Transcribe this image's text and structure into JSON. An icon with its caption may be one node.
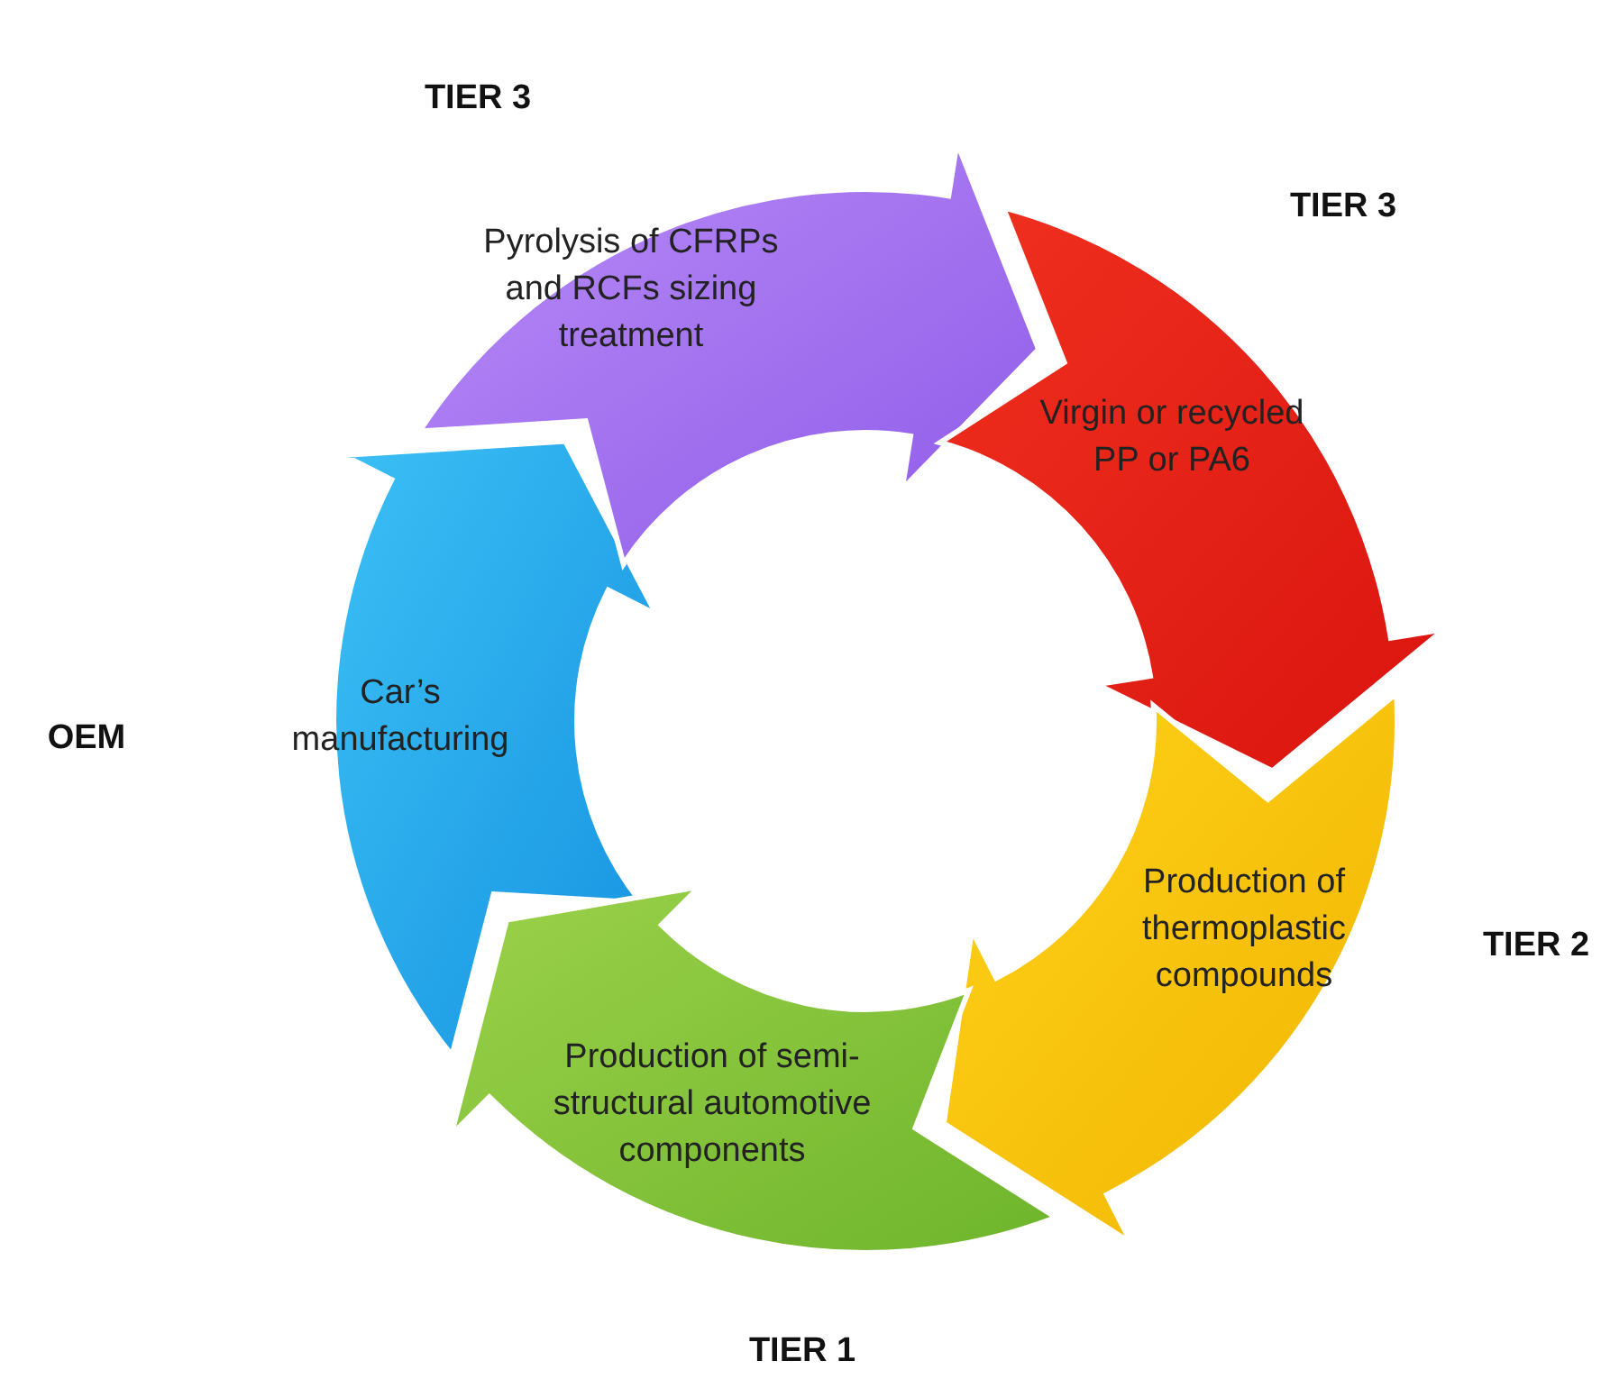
{
  "diagram": {
    "nodes": [
      {
        "text": [
          "Pyrolysis of CFRPs and RCFs sizing treatment"
        ]
      },
      {
        "text": [
          "Virgin or recycled PP or PA6"
        ]
      },
      {
        "text": [
          "Production of thermoplastic compounds"
        ]
      },
      {
        "text": [
          "Production of semi-structural automotive components"
        ]
      },
      {
        "text": [
          "Car’s manufacturing"
        ]
      }
    ],
    "edges": [
      {
        "from": 4,
        "to": 0,
        "arrow": "to"
      },
      {
        "from": 0,
        "to": 1,
        "arrow": "to"
      },
      {
        "from": 1,
        "to": 2,
        "arrow": "to"
      },
      {
        "from": 2,
        "to": 3,
        "arrow": "to"
      },
      {
        "from": 3,
        "to": 4,
        "arrow": "to"
      }
    ],
    "labels": [
      "TIER 3",
      "TIER 3",
      "OEM",
      "TIER 2",
      "TIER 1"
    ]
  }
}
